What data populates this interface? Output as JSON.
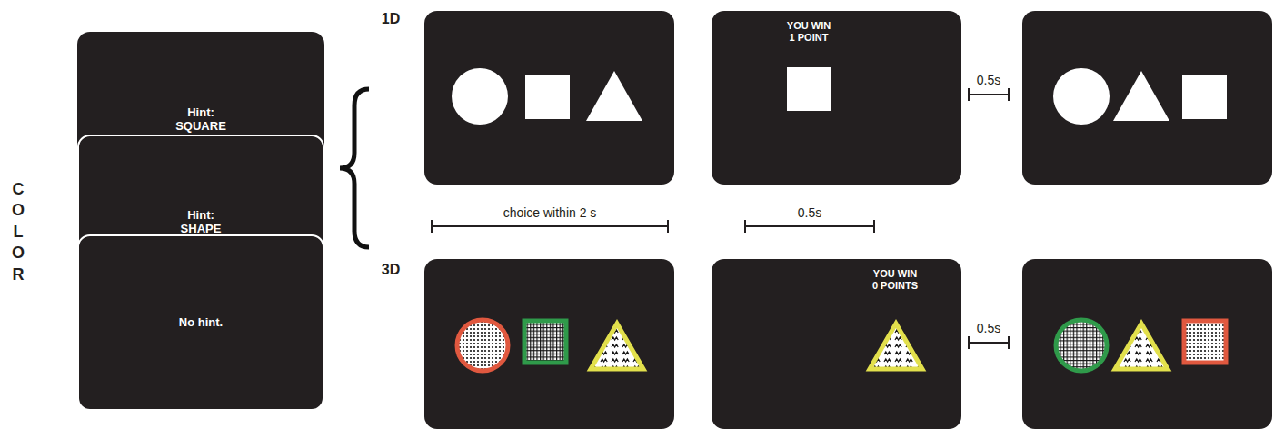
{
  "diagram": {
    "nodes": [
      {
        "text": [
          "Hint: SQUARE"
        ]
      },
      {
        "text": [
          "Hint: SHAPE"
        ]
      },
      {
        "text": [
          "No hint."
        ]
      },
      {
        "text": [
          "YOU WIN 1 POINT"
        ]
      },
      {
        "text": [
          "YOU WIN 0 POINTS"
        ]
      }
    ],
    "labels": [
      "COLOR",
      "1D",
      "0.5s",
      "choice within 2 s",
      "0.5s",
      "3D",
      "0.5s"
    ]
  }
}
